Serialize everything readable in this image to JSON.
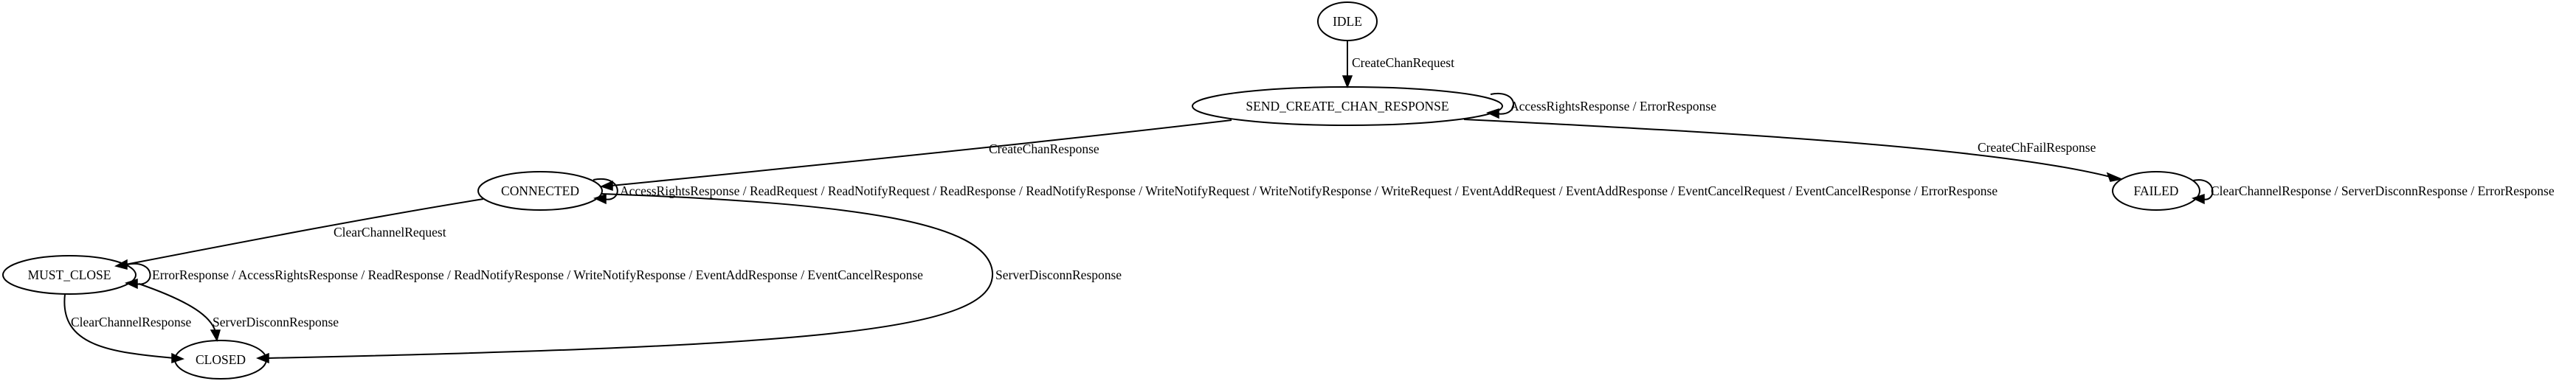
{
  "nodes": {
    "idle": "IDLE",
    "send_create": "SEND_CREATE_CHAN_RESPONSE",
    "connected": "CONNECTED",
    "failed": "FAILED",
    "must_close": "MUST_CLOSE",
    "closed": "CLOSED"
  },
  "edges": {
    "idle_to_send": "CreateChanRequest",
    "send_self": "AccessRightsResponse / ErrorResponse",
    "send_to_connected": "CreateChanResponse",
    "send_to_failed": "CreateChFailResponse",
    "connected_self": "AccessRightsResponse / ReadRequest / ReadNotifyRequest / ReadResponse / ReadNotifyResponse / WriteNotifyRequest / WriteNotifyResponse / WriteRequest / EventAddRequest / EventAddResponse / EventCancelRequest / EventCancelResponse / ErrorResponse",
    "failed_self": "ClearChannelResponse / ServerDisconnResponse / ErrorResponse",
    "connected_to_must_close": "ClearChannelRequest",
    "connected_to_closed": "ServerDisconnResponse",
    "must_close_self": "ErrorResponse / AccessRightsResponse / ReadResponse / ReadNotifyResponse / WriteNotifyResponse / EventAddResponse / EventCancelResponse",
    "must_close_to_closed_1": "ClearChannelResponse",
    "must_close_to_closed_2": "ServerDisconnResponse"
  }
}
